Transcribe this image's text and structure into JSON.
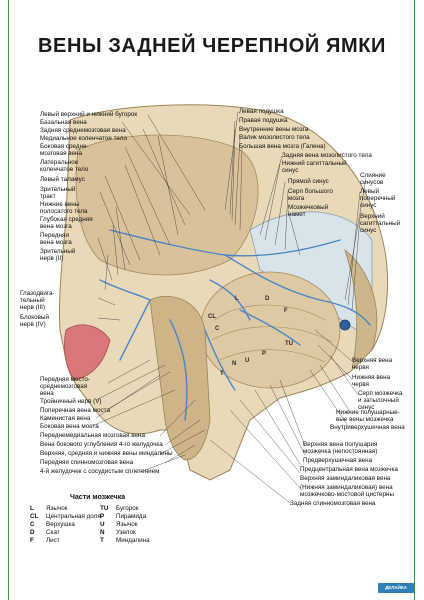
{
  "title": "ВЕНЫ ЗАДНЕЙ ЧЕРЕПНОЙ ЯМКИ",
  "labels_left": [
    "Левый верхний и нижний бугорок",
    "Базальная вена",
    "Задняя среднемозговая вена",
    "Медиальное коленчатое тело",
    "Боковая средне-",
    "мозговая вена",
    "Латеральное",
    "коленчатое тело",
    "Левый таламус",
    "Зрительный",
    "тракт",
    "Нижние вены",
    "полосатого тела",
    "Глубокая средняя",
    "вена мозга",
    "Передняя",
    "вена мозга",
    "Зрительный",
    "нерв (II)",
    "Глазодвига-",
    "тельный",
    "нерв (III)",
    "Блоковый",
    "нерв (IV)",
    "Передняя мосто-",
    "среднемозговая",
    "вена",
    "Тройничный нерв (V)",
    "Поперечная вена моста",
    "Каменистая вена",
    "Боковая вена моста",
    "Переднемедиальная мозговая вена",
    "Вена бокового углубления 4-го желудочка",
    "Верхняя, средняя и нижняя вены миндалины",
    "Передняя спинномозговая вена",
    "4-й желудочек с сосудистым сплетением"
  ],
  "labels_right": [
    "Левая подушка",
    "Правая подушка",
    "Внутренние вены мозга",
    "Валик мозолистого тела",
    "Большая вена мозга (Галена)",
    "Задняя вена мозолистого тела",
    "Нижний сагиттальный",
    "синус",
    "Прямой синус",
    "Серп большого",
    "мозга",
    "Мозжечковый",
    "намет",
    "Слияние",
    "синусов",
    "Левый",
    "поперечный",
    "синус",
    "Верхний",
    "сагиттальный",
    "синус",
    "Верхняя вена",
    "червя",
    "Нижняя вена",
    "червя",
    "Серп мозжечка",
    "и затылочный",
    "синус",
    "Нижние полушарные-",
    "вые вены мозжечка",
    "Внутриверхушечная вена",
    "Верхняя вена полушария",
    "мозжечка (непостоянная)",
    "Предверхушечная вена",
    "Предцентральная вена мозжечка",
    "Верхняя заминдаликовая вена",
    "(Нижняя заминдаликовая) вена",
    "мозжечково-мостовой цистерны",
    "Задняя спинномозговая вена"
  ],
  "figure_letters": [
    "L",
    "CL",
    "C",
    "D",
    "F",
    "TU",
    "P",
    "U",
    "N",
    "T"
  ],
  "legend": {
    "title": "Части мозжечка",
    "col1": [
      {
        "key": "L",
        "text": "Язычок"
      },
      {
        "key": "CL",
        "text": "Центральная доля"
      },
      {
        "key": "C",
        "text": "Верхушка"
      },
      {
        "key": "D",
        "text": "Скат"
      },
      {
        "key": "F",
        "text": "Лист"
      }
    ],
    "col2": [
      {
        "key": "TU",
        "text": "Бугорок"
      },
      {
        "key": "P",
        "text": "Пирамида"
      },
      {
        "key": "U",
        "text": "Язычок"
      },
      {
        "key": "N",
        "text": "Узелок"
      },
      {
        "key": "T",
        "text": "Миндалина"
      }
    ]
  },
  "logo_text": "ДЕЛАЙКА",
  "colors": {
    "bone": "#e8d9b8",
    "brain": "#d9c29a",
    "brain_dark": "#b89a6a",
    "vein": "#4a86c8",
    "mucosa": "#d8787a",
    "accent": "#3c9a3c"
  }
}
